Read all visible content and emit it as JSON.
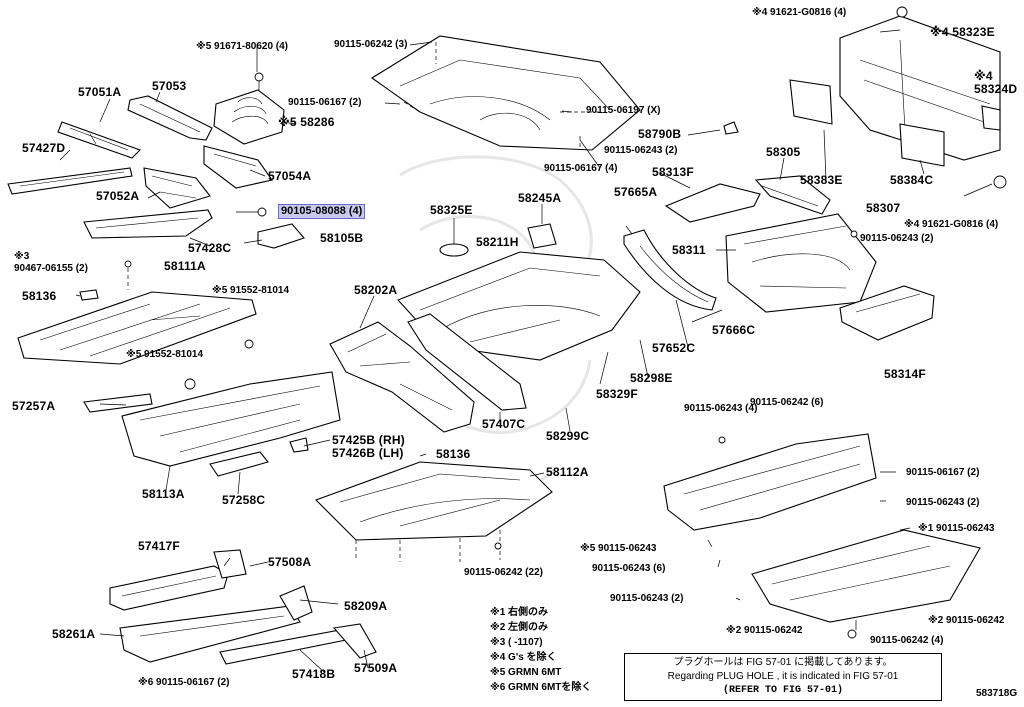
{
  "labels": [
    {
      "id": "57051A",
      "text": "57051A"
    },
    {
      "id": "57053",
      "text": "57053"
    },
    {
      "id": "57427D",
      "text": "57427D"
    },
    {
      "id": "57052A",
      "text": "57052A"
    },
    {
      "id": "57054A",
      "text": "57054A"
    },
    {
      "id": "58286",
      "text": "※5 58286"
    },
    {
      "id": "91671-80620",
      "text": "※5 91671-80620 (4)"
    },
    {
      "id": "90115-06242-3",
      "text": "90115-06242 (3)"
    },
    {
      "id": "90115-06167-2a",
      "text": "90115-06167 (2)"
    },
    {
      "id": "90115-06197",
      "text": "90115-06197 (X)"
    },
    {
      "id": "90115-06167-4",
      "text": "90115-06167 (4)"
    },
    {
      "id": "58790B",
      "text": "58790B"
    },
    {
      "id": "90115-06243-2a",
      "text": "90115-06243 (2)"
    },
    {
      "id": "58305",
      "text": "58305"
    },
    {
      "id": "91621-G0816-top",
      "text": "※4 91621-G0816 (4)"
    },
    {
      "id": "58323E",
      "text": "※4 58323E"
    },
    {
      "id": "58324D",
      "text": "※4 58324D"
    },
    {
      "id": "58383E",
      "text": "58383E"
    },
    {
      "id": "58384C",
      "text": "58384C"
    },
    {
      "id": "58307",
      "text": "58307"
    },
    {
      "id": "91621-G0816-bot",
      "text": "※4 91621-G0816 (4)"
    },
    {
      "id": "90105-08088",
      "text": "90105-08088 (4)"
    },
    {
      "id": "58105B",
      "text": "58105B"
    },
    {
      "id": "57428C",
      "text": "57428C"
    },
    {
      "id": "58325E",
      "text": "58325E"
    },
    {
      "id": "58245A",
      "text": "58245A"
    },
    {
      "id": "57665A",
      "text": "57665A"
    },
    {
      "id": "58313F",
      "text": "58313F"
    },
    {
      "id": "58211H",
      "text": "58211H"
    },
    {
      "id": "58311",
      "text": "58311"
    },
    {
      "id": "90115-06243-2b",
      "text": "90115-06243 (2)"
    },
    {
      "id": "90467-06155",
      "text": "90467-06155 (2)"
    },
    {
      "id": "note3",
      "text": "※3"
    },
    {
      "id": "58111A",
      "text": "58111A"
    },
    {
      "id": "58136-a",
      "text": "58136"
    },
    {
      "id": "91552-81014-a",
      "text": "※5 91552-81014"
    },
    {
      "id": "58202A",
      "text": "58202A"
    },
    {
      "id": "57666C",
      "text": "57666C"
    },
    {
      "id": "58314F",
      "text": "58314F"
    },
    {
      "id": "57652C",
      "text": "57652C"
    },
    {
      "id": "58298E",
      "text": "58298E"
    },
    {
      "id": "91552-81014-b",
      "text": "※5 91552-81014"
    },
    {
      "id": "58329F",
      "text": "58329F"
    },
    {
      "id": "90115-06242-6",
      "text": "90115-06242 (6)"
    },
    {
      "id": "57257A",
      "text": "57257A"
    },
    {
      "id": "57407C",
      "text": "57407C"
    },
    {
      "id": "90115-06243-4",
      "text": "90115-06243 (4)"
    },
    {
      "id": "58299C",
      "text": "58299C"
    },
    {
      "id": "57425B",
      "text": "57425B (RH)"
    },
    {
      "id": "57426B",
      "text": "57426B (LH)"
    },
    {
      "id": "58136-b",
      "text": "58136"
    },
    {
      "id": "58112A",
      "text": "58112A"
    },
    {
      "id": "90115-06167-2b",
      "text": "90115-06167 (2)"
    },
    {
      "id": "58113A",
      "text": "58113A"
    },
    {
      "id": "57258C",
      "text": "57258C"
    },
    {
      "id": "90115-06243-2c",
      "text": "90115-06243 (2)"
    },
    {
      "id": "90115-06243-n1",
      "text": "※1 90115-06243"
    },
    {
      "id": "57417F",
      "text": "57417F"
    },
    {
      "id": "57508A",
      "text": "57508A"
    },
    {
      "id": "90115-06243-n5",
      "text": "※5 90115-06243"
    },
    {
      "id": "90115-06243-6",
      "text": "90115-06243 (6)"
    },
    {
      "id": "90115-06242-22",
      "text": "90115-06242 (22)"
    },
    {
      "id": "58209A",
      "text": "58209A"
    },
    {
      "id": "90115-06243-2d",
      "text": "90115-06243 (2)"
    },
    {
      "id": "90115-06242-n2a",
      "text": "※2 90115-06242"
    },
    {
      "id": "90115-06242-n2b",
      "text": "※2 90115-06242"
    },
    {
      "id": "90115-06242-4",
      "text": "90115-06242 (4)"
    },
    {
      "id": "58261A",
      "text": "58261A"
    },
    {
      "id": "57418B",
      "text": "57418B"
    },
    {
      "id": "57509A",
      "text": "57509A"
    },
    {
      "id": "90115-06167-2c",
      "text": "※6 90115-06167 (2)"
    }
  ],
  "notes": [
    "※1 右側のみ",
    "※2 左側のみ",
    "※3 (    -1107)",
    "※4 G's を除く",
    "※5 GRMN 6MT",
    "※6 GRMN 6MTを除く"
  ],
  "notice": {
    "line1": "プラグホールは FIG 57-01 に掲載してあります。",
    "line2": "Regarding PLUG HOLE , it is indicated in FIG 57-01",
    "line3": "(REFER TO FIG 57-01)"
  },
  "illustration_code": "583718G"
}
